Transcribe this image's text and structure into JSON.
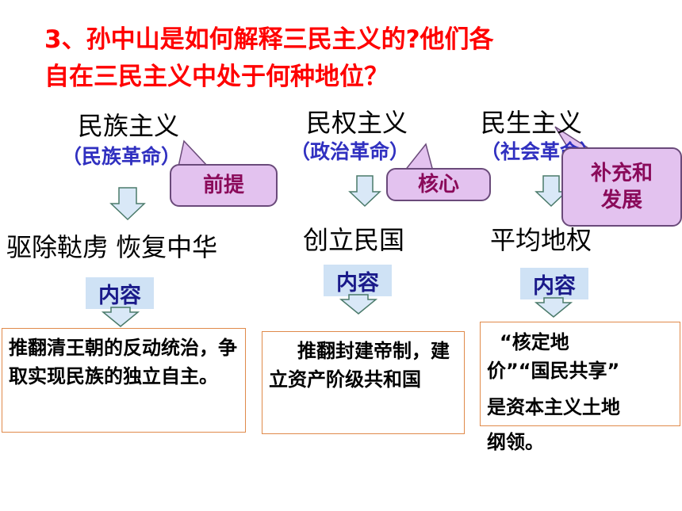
{
  "question": {
    "line1": "3、孙中山是如何解释三民主义的?他们各",
    "line2": "自在三民主义中处于何种地位？"
  },
  "columns": [
    {
      "heading": "民族主义",
      "subheading": "（民族革命）",
      "role": "前提",
      "goal": "驱除鞑虏  恢复中华",
      "content_label": "内容",
      "content": "推翻清王朝的反动统治，争取实现民族的独立自主。"
    },
    {
      "heading": "民权主义",
      "subheading": "（政治革命）",
      "role": "核心",
      "goal": "创立民国",
      "content_label": "内容",
      "content": "推翻封建帝制，建立资产阶级共和国"
    },
    {
      "heading": "民生主义",
      "subheading": "（社会革命）",
      "role_line1": "补充和",
      "role_line2": "发展",
      "goal": "平均地权",
      "content_label": "内容",
      "content_line1": "“核定地",
      "content_line2": "价”“国民共享”",
      "content_line3": "是资本主义土地",
      "content_line4": "纲领。"
    }
  ],
  "colors": {
    "question": "#ff0000",
    "subheading": "#3030c0",
    "bubble_fill": "#e3c2ef",
    "bubble_text": "#8a0a5a",
    "tag_fill": "#cfe2f5",
    "arrow_fill": "#d9e8f7",
    "arrow_stroke": "#4a7a6a",
    "box_border": "#e08a4a"
  }
}
